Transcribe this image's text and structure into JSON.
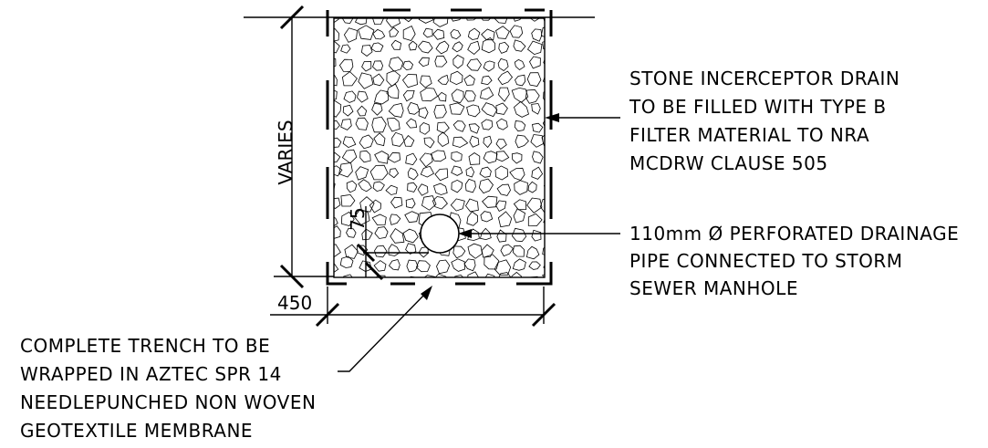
{
  "diagram": {
    "labels": {
      "stone_drain": [
        "STONE INCERCEPTOR DRAIN",
        "TO BE FILLED WITH TYPE B",
        "FILTER MATERIAL TO NRA",
        "MCDRW CLAUSE 505"
      ],
      "pipe": [
        "110mm Ø PERFORATED DRAINAGE",
        "PIPE CONNECTED TO STORM",
        "SEWER MANHOLE"
      ],
      "trench": [
        "COMPLETE TRENCH TO BE",
        "WRAPPED IN AZTEC SPR 14",
        "NEEDLEPUNCHED NON WOVEN",
        "GEOTEXTILE MEMBRANE"
      ]
    },
    "dimensions": {
      "height": "VARIES",
      "width": "450",
      "pipe_cover": "75"
    }
  }
}
